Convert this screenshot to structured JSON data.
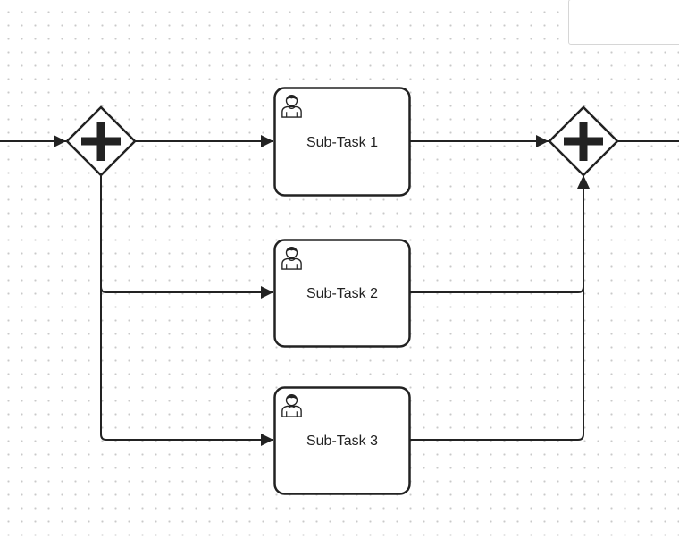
{
  "diagram": {
    "nodes": {
      "fork_gateway": {
        "kind": "parallel-gateway",
        "marker": "plus-icon"
      },
      "join_gateway": {
        "kind": "parallel-gateway",
        "marker": "plus-icon"
      },
      "task_1": {
        "kind": "user-task",
        "icon": "user-icon",
        "label": "Sub-Task 1"
      },
      "task_2": {
        "kind": "user-task",
        "icon": "user-icon",
        "label": "Sub-Task 2"
      },
      "task_3": {
        "kind": "user-task",
        "icon": "user-icon",
        "label": "Sub-Task 3"
      }
    },
    "flows": [
      {
        "from": "incoming",
        "to": "fork_gateway"
      },
      {
        "from": "fork_gateway",
        "to": "task_1"
      },
      {
        "from": "fork_gateway",
        "to": "task_2"
      },
      {
        "from": "fork_gateway",
        "to": "task_3"
      },
      {
        "from": "task_1",
        "to": "join_gateway"
      },
      {
        "from": "task_2",
        "to": "join_gateway"
      },
      {
        "from": "task_3",
        "to": "join_gateway"
      },
      {
        "from": "join_gateway",
        "to": "outgoing"
      }
    ],
    "colors": {
      "stroke": "#222222",
      "fill": "#ffffff",
      "grid_dot": "#c9c9c9"
    }
  }
}
